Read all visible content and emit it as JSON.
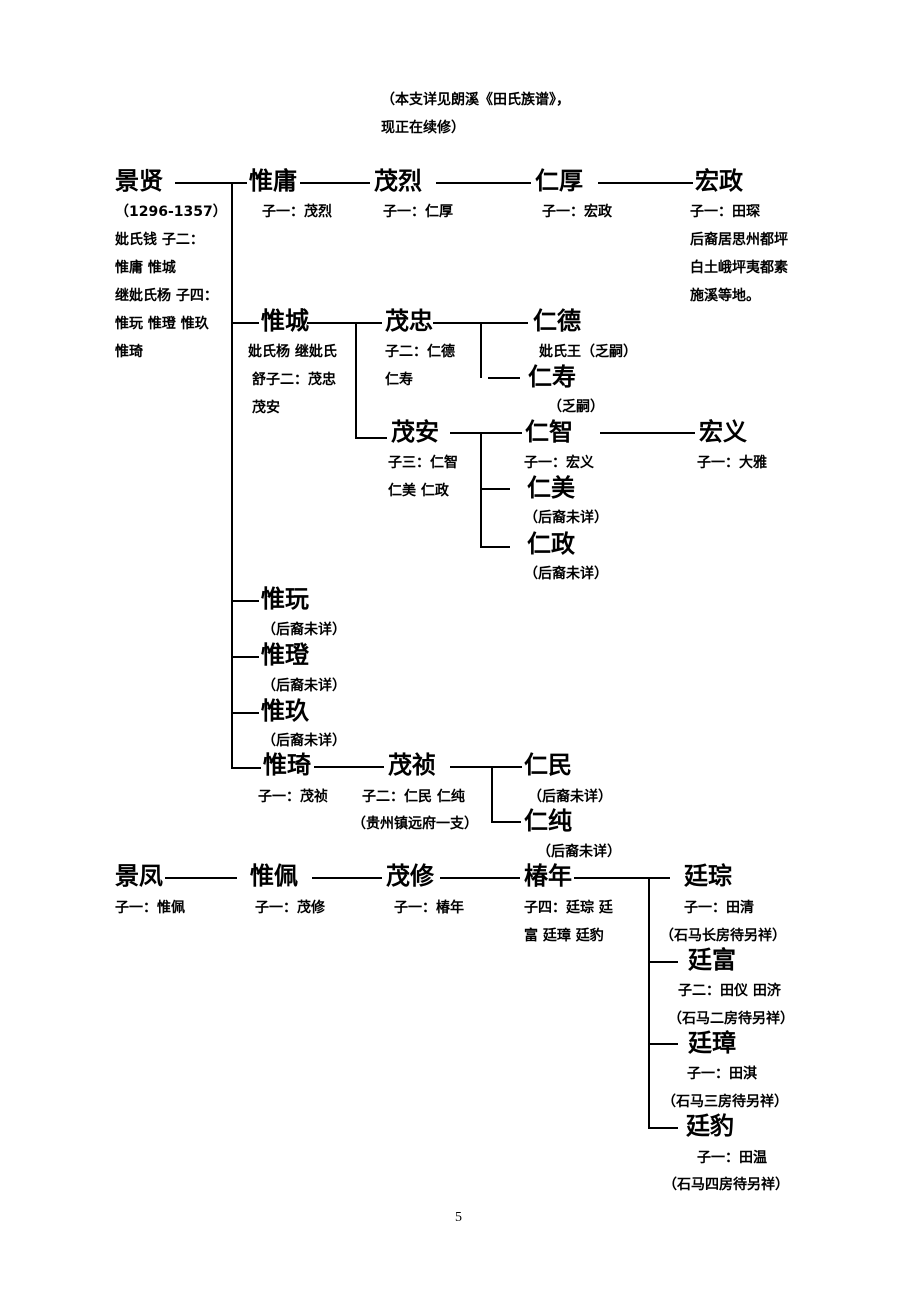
{
  "note": [
    "（本支详见朗溪《田氏族谱》，",
    "现正在续修）"
  ],
  "gen1": {
    "jingxian": {
      "name": "景贤",
      "info": [
        "（1296-1357）",
        "妣氏钱  子二：",
        "惟庸  惟城",
        "继妣氏杨  子四：",
        "惟玩  惟璒  惟玖",
        "惟琦"
      ]
    },
    "jingfeng": {
      "name": "景凤",
      "info": [
        "子一：惟佩"
      ]
    }
  },
  "gen2": {
    "weiyong": {
      "name": "惟庸",
      "info": [
        "子一：茂烈"
      ]
    },
    "weicheng": {
      "name": "惟城",
      "info": [
        "妣氏杨  继妣氏",
        "舒子二：茂忠",
        "茂安"
      ]
    },
    "weiwan": {
      "name": "惟玩",
      "info": [
        "（后裔未详）"
      ]
    },
    "weideng": {
      "name": "惟璒",
      "info": [
        "（后裔未详）"
      ]
    },
    "weijiu": {
      "name": "惟玖",
      "info": [
        "（后裔未详）"
      ]
    },
    "weiqi": {
      "name": "惟琦",
      "info": [
        "子一：茂祯"
      ]
    },
    "weipei": {
      "name": "惟佩",
      "info": [
        "子一：茂修"
      ]
    }
  },
  "gen3": {
    "maolie": {
      "name": "茂烈",
      "info": [
        "子一：仁厚"
      ]
    },
    "maozhong": {
      "name": "茂忠",
      "info": [
        "子二：仁德",
        "仁寿"
      ]
    },
    "maoan": {
      "name": "茂安",
      "info": [
        "子三：仁智",
        "仁美  仁政"
      ]
    },
    "maozhen": {
      "name": "茂祯",
      "info": [
        "子二：仁民  仁纯",
        "（贵州镇远府一支）"
      ]
    },
    "maoxiu": {
      "name": "茂修",
      "info": [
        "子一：椿年"
      ]
    }
  },
  "gen4": {
    "renhou": {
      "name": "仁厚",
      "info": [
        "子一：宏政"
      ]
    },
    "rende": {
      "name": "仁德",
      "info": [
        "妣氏王（乏嗣）"
      ]
    },
    "renshou": {
      "name": "仁寿",
      "info": [
        "（乏嗣）"
      ]
    },
    "renzhi": {
      "name": "仁智",
      "info": [
        "子一：宏义"
      ]
    },
    "renmei": {
      "name": "仁美",
      "info": [
        "（后裔未详）"
      ]
    },
    "renzheng": {
      "name": "仁政",
      "info": [
        "（后裔未详）"
      ]
    },
    "renmin": {
      "name": "仁民",
      "info": [
        "（后裔未详）"
      ]
    },
    "renchun": {
      "name": "仁纯",
      "info": [
        "（后裔未详）"
      ]
    },
    "chunnian": {
      "name": "椿年",
      "info": [
        "子四：廷琮  廷",
        "富  廷璋  廷豹"
      ]
    }
  },
  "gen5": {
    "hongzheng": {
      "name": "宏政",
      "info": [
        "子一：田琛",
        "后裔居思州都坪",
        "白土峨坪夷都素",
        "施溪等地。"
      ]
    },
    "hongyi": {
      "name": "宏义",
      "info": [
        "子一：大雅"
      ]
    },
    "tingcong": {
      "name": "廷琮",
      "info": [
        "子一：田清",
        "（石马长房待另祥）"
      ]
    },
    "tingfu": {
      "name": "廷富",
      "info": [
        "子二：田仪  田济",
        "（石马二房待另祥）"
      ]
    },
    "tingzhang": {
      "name": "廷璋",
      "info": [
        "子一：田淇",
        "（石马三房待另祥）"
      ]
    },
    "tingbao": {
      "name": "廷豹",
      "info": [
        "子一：田温",
        "（石马四房待另祥）"
      ]
    }
  },
  "page_number": "5"
}
